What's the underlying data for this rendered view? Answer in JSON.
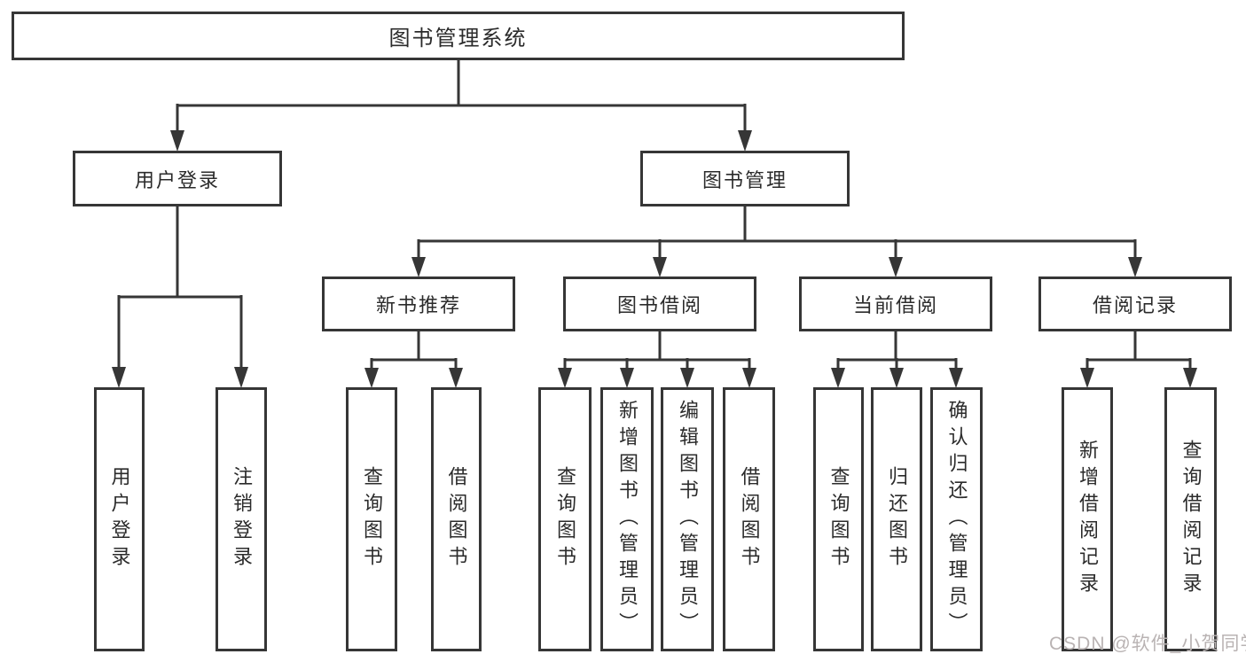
{
  "tree": {
    "label": "图书管理系统",
    "children": [
      {
        "label": "用户登录",
        "children": [
          {
            "label": "用户登录"
          },
          {
            "label": "注销登录"
          }
        ]
      },
      {
        "label": "图书管理",
        "children": [
          {
            "label": "新书推荐",
            "children": [
              {
                "label": "查询图书"
              },
              {
                "label": "借阅图书"
              }
            ]
          },
          {
            "label": "图书借阅",
            "children": [
              {
                "label": "查询图书"
              },
              {
                "label": "新增图书（管理员）"
              },
              {
                "label": "编辑图书（管理员）"
              },
              {
                "label": "借阅图书"
              }
            ]
          },
          {
            "label": "当前借阅",
            "children": [
              {
                "label": "查询图书"
              },
              {
                "label": "归还图书"
              },
              {
                "label": "确认归还（管理员）"
              }
            ]
          },
          {
            "label": "借阅记录",
            "children": [
              {
                "label": "新增借阅记录"
              },
              {
                "label": "查询借阅记录"
              }
            ]
          }
        ]
      }
    ]
  },
  "watermark": "CSDN @软件_小贺同学",
  "colors": {
    "line": "#363636",
    "box_border": "#363636",
    "text": "#2b2b2b",
    "watermark": "#b9b3b3",
    "background": "#ffffff"
  }
}
